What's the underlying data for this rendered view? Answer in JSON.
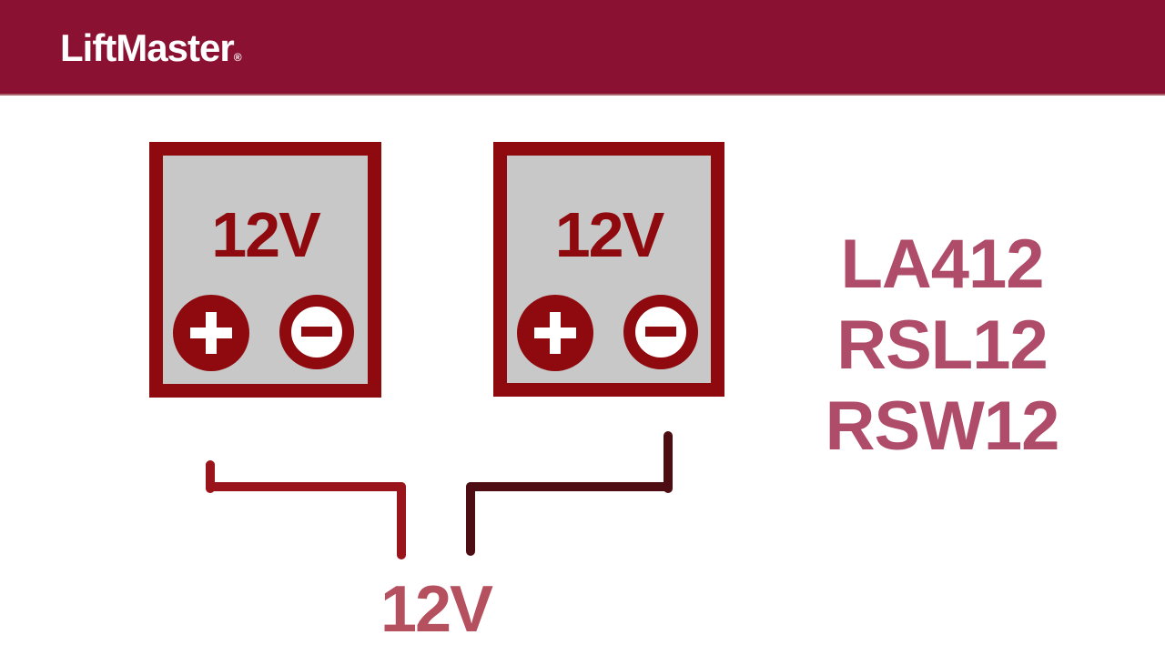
{
  "header": {
    "logo_text": "LiftMaster",
    "registered_mark": "®",
    "background_color": "#8B1132",
    "logo_color": "#FFFFFF"
  },
  "diagram": {
    "batteries": [
      {
        "label": "12V",
        "terminals": [
          "plus",
          "minus"
        ]
      },
      {
        "label": "12V",
        "terminals": [
          "plus",
          "minus"
        ]
      }
    ],
    "battery_border_color": "#8F0A0E",
    "battery_fill_color": "#C8C8C8",
    "wire_positive_color": "#9A151B",
    "wire_negative_color": "#4D0D12",
    "output_label": "12V",
    "output_label_color": "#B5505E"
  },
  "models": {
    "items": [
      "LA412",
      "RSL12",
      "RSW12"
    ],
    "color": "#AF4C6A"
  }
}
